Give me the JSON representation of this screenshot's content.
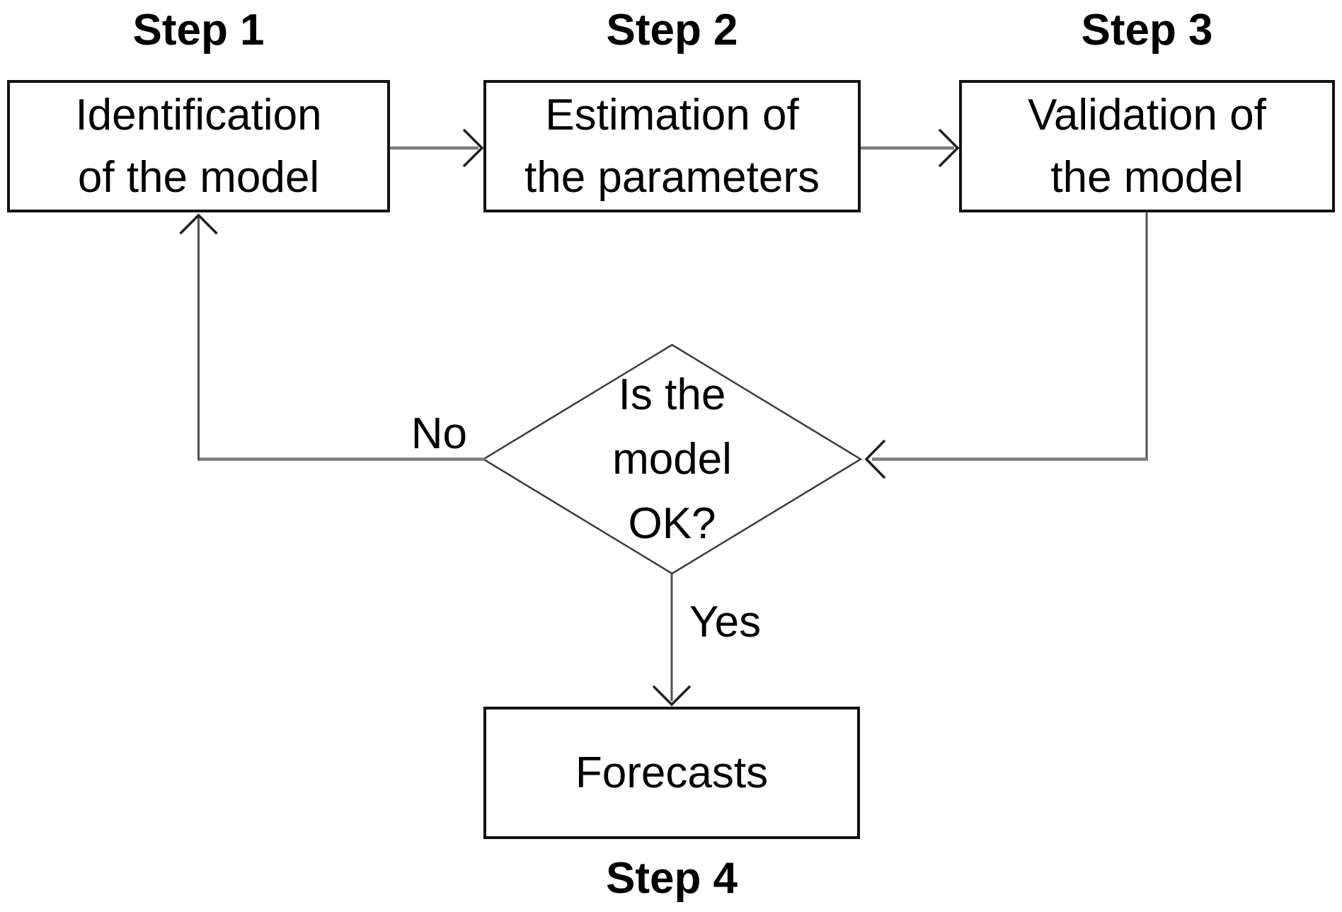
{
  "colors": {
    "background": "#ffffff",
    "box-border": "#111111",
    "diamond-border": "#3d3d3d",
    "connector-h": "#7d7d7d",
    "connector-v": "#4f4f4f",
    "arrowhead": "#1f1f1f",
    "text": "#000000"
  },
  "step1": {
    "label": "Step 1",
    "line1": "Identification",
    "line2": "of the model"
  },
  "step2": {
    "label": "Step 2",
    "line1": "Estimation of",
    "line2": "the parameters"
  },
  "step3": {
    "label": "Step 3",
    "line1": "Validation of",
    "line2": "the model"
  },
  "decision": {
    "line1": "Is the",
    "line2": "model",
    "line3": "OK?"
  },
  "edge_labels": {
    "no": "No",
    "yes": "Yes"
  },
  "step4": {
    "label": "Step 4",
    "box_text": "Forecasts"
  }
}
